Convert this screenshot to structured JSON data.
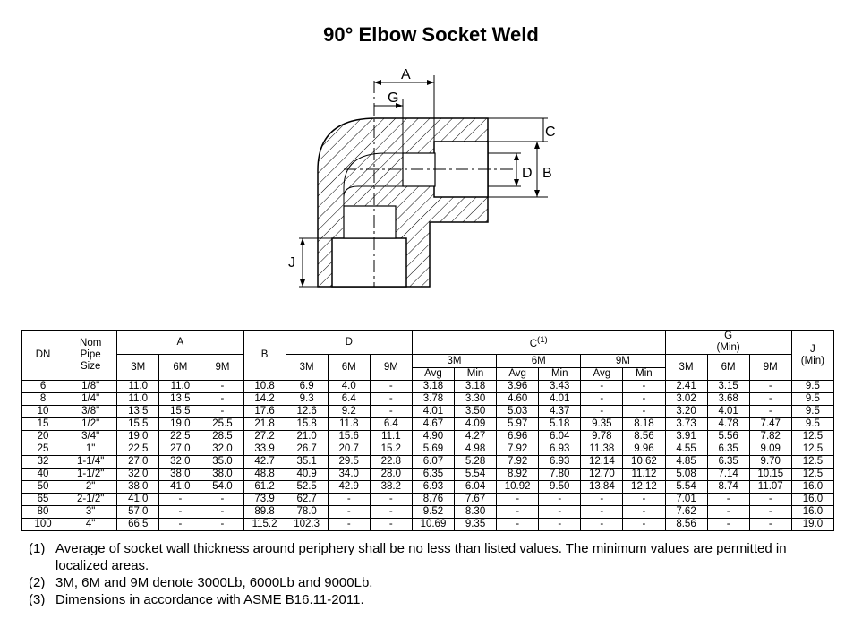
{
  "title": "90° Elbow Socket Weld",
  "drawing_labels": {
    "a": "A",
    "g": "G",
    "c": "C",
    "d": "D",
    "b": "B",
    "j": "J"
  },
  "table": {
    "headers": {
      "dn": "DN",
      "nom_pipe_size": [
        "Nom",
        "Pipe",
        "Size"
      ],
      "a": "A",
      "b": "B",
      "d": "D",
      "c": "C",
      "c_sup": "(1)",
      "g": "G",
      "g_min": "(Min)",
      "j": "J",
      "j_min": "(Min)",
      "class_3m": "3M",
      "class_6m": "6M",
      "class_9m": "9M",
      "avg": "Avg",
      "min": "Min"
    },
    "rows": [
      [
        "6",
        "1/8\"",
        "11.0",
        "11.0",
        "-",
        "10.8",
        "6.9",
        "4.0",
        "-",
        "3.18",
        "3.18",
        "3.96",
        "3.43",
        "-",
        "-",
        "2.41",
        "3.15",
        "-",
        "9.5"
      ],
      [
        "8",
        "1/4\"",
        "11.0",
        "13.5",
        "-",
        "14.2",
        "9.3",
        "6.4",
        "-",
        "3.78",
        "3.30",
        "4.60",
        "4.01",
        "-",
        "-",
        "3.02",
        "3.68",
        "-",
        "9.5"
      ],
      [
        "10",
        "3/8\"",
        "13.5",
        "15.5",
        "-",
        "17.6",
        "12.6",
        "9.2",
        "-",
        "4.01",
        "3.50",
        "5.03",
        "4.37",
        "-",
        "-",
        "3.20",
        "4.01",
        "-",
        "9.5"
      ],
      [
        "15",
        "1/2\"",
        "15.5",
        "19.0",
        "25.5",
        "21.8",
        "15.8",
        "11.8",
        "6.4",
        "4.67",
        "4.09",
        "5.97",
        "5.18",
        "9.35",
        "8.18",
        "3.73",
        "4.78",
        "7.47",
        "9.5"
      ],
      [
        "20",
        "3/4\"",
        "19.0",
        "22.5",
        "28.5",
        "27.2",
        "21.0",
        "15.6",
        "11.1",
        "4.90",
        "4.27",
        "6.96",
        "6.04",
        "9.78",
        "8.56",
        "3.91",
        "5.56",
        "7.82",
        "12.5"
      ],
      [
        "25",
        "1\"",
        "22.5",
        "27.0",
        "32.0",
        "33.9",
        "26.7",
        "20.7",
        "15.2",
        "5.69",
        "4.98",
        "7.92",
        "6.93",
        "11.38",
        "9.96",
        "4.55",
        "6.35",
        "9.09",
        "12.5"
      ],
      [
        "32",
        "1-1/4\"",
        "27.0",
        "32.0",
        "35.0",
        "42.7",
        "35.1",
        "29.5",
        "22.8",
        "6.07",
        "5.28",
        "7.92",
        "6.93",
        "12.14",
        "10.62",
        "4.85",
        "6.35",
        "9.70",
        "12.5"
      ],
      [
        "40",
        "1-1/2\"",
        "32.0",
        "38.0",
        "38.0",
        "48.8",
        "40.9",
        "34.0",
        "28.0",
        "6.35",
        "5.54",
        "8.92",
        "7.80",
        "12.70",
        "11.12",
        "5.08",
        "7.14",
        "10.15",
        "12.5"
      ],
      [
        "50",
        "2\"",
        "38.0",
        "41.0",
        "54.0",
        "61.2",
        "52.5",
        "42.9",
        "38.2",
        "6.93",
        "6.04",
        "10.92",
        "9.50",
        "13.84",
        "12.12",
        "5.54",
        "8.74",
        "11.07",
        "16.0"
      ],
      [
        "65",
        "2-1/2\"",
        "41.0",
        "-",
        "-",
        "73.9",
        "62.7",
        "-",
        "-",
        "8.76",
        "7.67",
        "-",
        "-",
        "-",
        "-",
        "7.01",
        "-",
        "-",
        "16.0"
      ],
      [
        "80",
        "3\"",
        "57.0",
        "-",
        "-",
        "89.8",
        "78.0",
        "-",
        "-",
        "9.52",
        "8.30",
        "-",
        "-",
        "-",
        "-",
        "7.62",
        "-",
        "-",
        "16.0"
      ],
      [
        "100",
        "4\"",
        "66.5",
        "-",
        "-",
        "115.2",
        "102.3",
        "-",
        "-",
        "10.69",
        "9.35",
        "-",
        "-",
        "-",
        "-",
        "8.56",
        "-",
        "-",
        "19.0"
      ]
    ]
  },
  "notes": [
    {
      "num": "(1)",
      "text": "Average of socket wall thickness around periphery shall be no less than listed values.   The minimum values are permitted in localized areas."
    },
    {
      "num": "(2)",
      "text": "3M, 6M and 9M denote 3000Lb, 6000Lb and 9000Lb."
    },
    {
      "num": "(3)",
      "text": "Dimensions in accordance with ASME B16.11-2011."
    }
  ]
}
